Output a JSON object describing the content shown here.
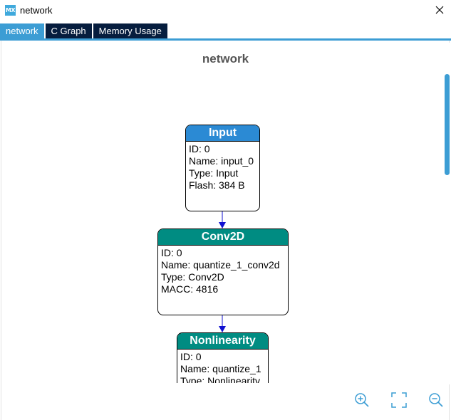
{
  "window": {
    "app_icon_text": "MX",
    "title": "network"
  },
  "tabs": [
    {
      "label": "network",
      "active": true
    },
    {
      "label": "C Graph",
      "active": false
    },
    {
      "label": "Memory Usage",
      "active": false
    }
  ],
  "graph": {
    "title": "network",
    "nodes": [
      {
        "header": "Input",
        "header_color": "#2b8ad4",
        "lines": [
          "ID: 0",
          "Name: input_0",
          "Type: Input",
          "Flash: 384 B"
        ]
      },
      {
        "header": "Conv2D",
        "header_color": "#008c82",
        "lines": [
          "ID: 0",
          "Name: quantize_1_conv2d",
          "Type: Conv2D",
          "MACC: 4816"
        ]
      },
      {
        "header": "Nonlinearity",
        "header_color": "#008c82",
        "lines": [
          "ID: 0",
          "Name: quantize_1",
          "Type: Nonlinearity"
        ]
      }
    ],
    "edge_color": "#1010d0"
  },
  "controls": {
    "zoom_in_icon": "zoom-in-icon",
    "fit_icon": "fit-to-screen-icon",
    "zoom_out_icon": "zoom-out-icon",
    "icon_color": "#3c9dd4"
  }
}
